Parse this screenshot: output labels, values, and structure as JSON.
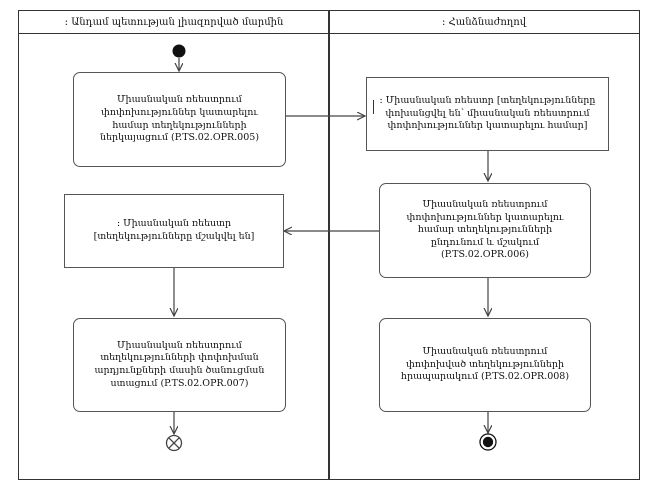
{
  "lanes": {
    "left": "։ Անդամ պետության լիազորված մարմին",
    "right": "։ Հանձնաժողով"
  },
  "nodes": {
    "a005": "Միասնական ռեեստրում\nփոփոխություններ կատարելու\nհամար տեղեկությունների\nներկայացում (P.TS.02.OPR.005)",
    "obj_transfer": "։ Միասնական ռեեստր [տեղեկությունները\nփոխանցվել են՝ միասնական ռեեստրում\nփոփոխություններ կատարելու համար]",
    "a006": "Միասնական ռեեստրում\nփոփոխություններ կատարելու\nհամար տեղեկությունների\nընդունում և մշակում\n(P.TS.02.OPR.006)",
    "obj_processed": "։ Միասնական ռեեստր\n[տեղեկությունները մշակվել են]",
    "a007": "Միասնական ռեեստրում\nտեղեկությունների փոփոխման\nարդյունքների մասին ծանուցման\nստացում (P.TS.02.OPR.007)",
    "a008": "Միասնական ռեեստրում\nփոփոխված տեղեկությունների\nհրապարակում (P.TS.02.OPR.008)"
  }
}
